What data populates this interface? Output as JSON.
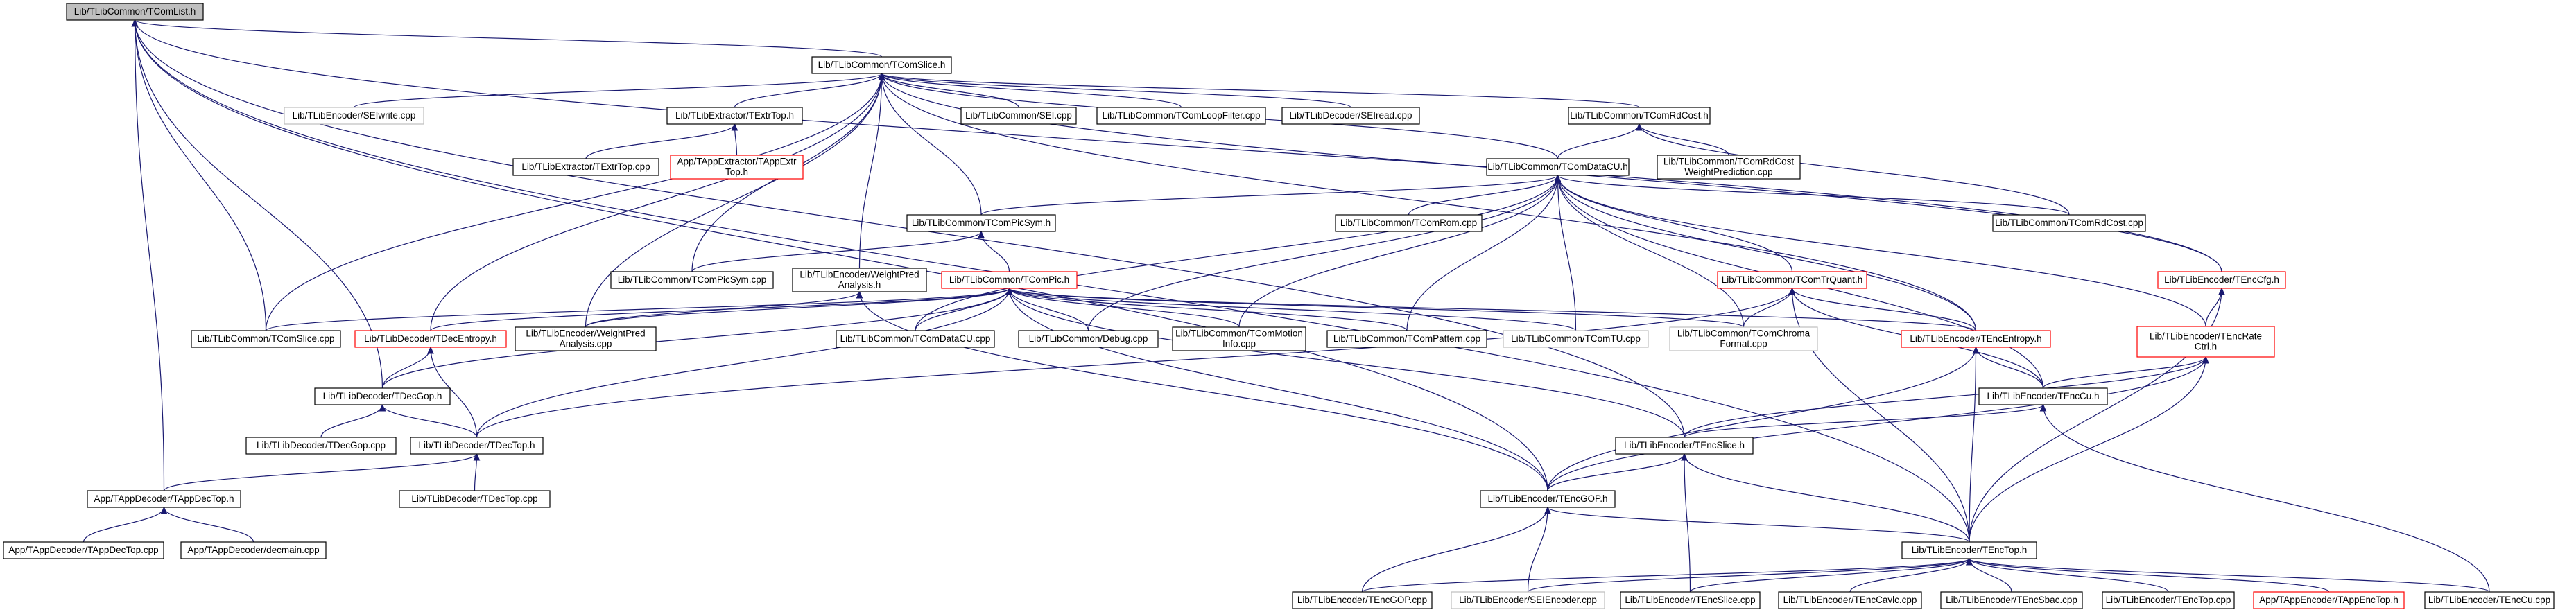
{
  "nodes": [
    {
      "id": "comlist",
      "lines": [
        "Lib/TLibCommon/TComList.h"
      ],
      "style": "highlight"
    },
    {
      "id": "comslice_h",
      "lines": [
        "Lib/TLibCommon/TComSlice.h"
      ],
      "style": "black"
    },
    {
      "id": "seiwrite",
      "lines": [
        "Lib/TLibEncoder/SEIwrite.cpp"
      ],
      "style": "gray"
    },
    {
      "id": "extrtop_h",
      "lines": [
        "Lib/TLibExtractor/TExtrTop.h"
      ],
      "style": "black"
    },
    {
      "id": "sei_cpp",
      "lines": [
        "Lib/TLibCommon/SEI.cpp"
      ],
      "style": "black"
    },
    {
      "id": "loopfilter",
      "lines": [
        "Lib/TLibCommon/TComLoopFilter.cpp"
      ],
      "style": "black"
    },
    {
      "id": "seiread",
      "lines": [
        "Lib/TLibDecoder/SEIread.cpp"
      ],
      "style": "black"
    },
    {
      "id": "rdcost_h",
      "lines": [
        "Lib/TLibCommon/TComRdCost.h"
      ],
      "style": "black"
    },
    {
      "id": "enccfg_h",
      "lines": [
        "Lib/TLibEncoder/TEncCfg.h"
      ],
      "style": "red"
    },
    {
      "id": "extrtop_cpp",
      "lines": [
        "Lib/TLibExtractor/TExtrTop.cpp"
      ],
      "style": "black"
    },
    {
      "id": "appextrtop",
      "lines": [
        "App/TAppExtractor/TAppExtr",
        "Top.h"
      ],
      "style": "red"
    },
    {
      "id": "datacu_h",
      "lines": [
        "Lib/TLibCommon/TComDataCU.h"
      ],
      "style": "black"
    },
    {
      "id": "rdcostwp",
      "lines": [
        "Lib/TLibCommon/TComRdCost",
        "WeightPrediction.cpp"
      ],
      "style": "black"
    },
    {
      "id": "picsym_h",
      "lines": [
        "Lib/TLibCommon/TComPicSym.h"
      ],
      "style": "black"
    },
    {
      "id": "rom_cpp",
      "lines": [
        "Lib/TLibCommon/TComRom.cpp"
      ],
      "style": "black"
    },
    {
      "id": "rdcost_cpp",
      "lines": [
        "Lib/TLibCommon/TComRdCost.cpp"
      ],
      "style": "black"
    },
    {
      "id": "picsym_cpp",
      "lines": [
        "Lib/TLibCommon/TComPicSym.cpp"
      ],
      "style": "black"
    },
    {
      "id": "wpa_h",
      "lines": [
        "Lib/TLibEncoder/WeightPred",
        "Analysis.h"
      ],
      "style": "black"
    },
    {
      "id": "compic_h",
      "lines": [
        "Lib/TLibCommon/TComPic.h"
      ],
      "style": "red"
    },
    {
      "id": "trquant_h",
      "lines": [
        "Lib/TLibCommon/TComTrQuant.h"
      ],
      "style": "red"
    },
    {
      "id": "encratectrl",
      "lines": [
        "Lib/TLibEncoder/TEncRate",
        "Ctrl.h"
      ],
      "style": "red"
    },
    {
      "id": "comslice_cpp",
      "lines": [
        "Lib/TLibCommon/TComSlice.cpp"
      ],
      "style": "black"
    },
    {
      "id": "decentropy_h",
      "lines": [
        "Lib/TLibDecoder/TDecEntropy.h"
      ],
      "style": "red"
    },
    {
      "id": "wpa_cpp",
      "lines": [
        "Lib/TLibEncoder/WeightPred",
        "Analysis.cpp"
      ],
      "style": "black"
    },
    {
      "id": "datacu_cpp",
      "lines": [
        "Lib/TLibCommon/TComDataCU.cpp"
      ],
      "style": "black"
    },
    {
      "id": "debug_cpp",
      "lines": [
        "Lib/TLibCommon/Debug.cpp"
      ],
      "style": "black"
    },
    {
      "id": "motioninfo",
      "lines": [
        "Lib/TLibCommon/TComMotion",
        "Info.cpp"
      ],
      "style": "black"
    },
    {
      "id": "pattern_cpp",
      "lines": [
        "Lib/TLibCommon/TComPattern.cpp"
      ],
      "style": "black"
    },
    {
      "id": "comtu_cpp",
      "lines": [
        "Lib/TLibCommon/TComTU.cpp"
      ],
      "style": "gray"
    },
    {
      "id": "chroma_cpp",
      "lines": [
        "Lib/TLibCommon/TComChroma",
        "Format.cpp"
      ],
      "style": "gray"
    },
    {
      "id": "encentropy_h",
      "lines": [
        "Lib/TLibEncoder/TEncEntropy.h"
      ],
      "style": "red"
    },
    {
      "id": "decgop_h",
      "lines": [
        "Lib/TLibDecoder/TDecGop.h"
      ],
      "style": "black"
    },
    {
      "id": "enccu_h",
      "lines": [
        "Lib/TLibEncoder/TEncCu.h"
      ],
      "style": "black"
    },
    {
      "id": "decgop_cpp",
      "lines": [
        "Lib/TLibDecoder/TDecGop.cpp"
      ],
      "style": "black"
    },
    {
      "id": "dectop_h",
      "lines": [
        "Lib/TLibDecoder/TDecTop.h"
      ],
      "style": "black"
    },
    {
      "id": "encslice_h",
      "lines": [
        "Lib/TLibEncoder/TEncSlice.h"
      ],
      "style": "black"
    },
    {
      "id": "appdectop_h",
      "lines": [
        "App/TAppDecoder/TAppDecTop.h"
      ],
      "style": "black"
    },
    {
      "id": "dectop_cpp",
      "lines": [
        "Lib/TLibDecoder/TDecTop.cpp"
      ],
      "style": "black"
    },
    {
      "id": "encgop_h",
      "lines": [
        "Lib/TLibEncoder/TEncGOP.h"
      ],
      "style": "black"
    },
    {
      "id": "appdectop_cpp",
      "lines": [
        "App/TAppDecoder/TAppDecTop.cpp"
      ],
      "style": "black"
    },
    {
      "id": "decmain",
      "lines": [
        "App/TAppDecoder/decmain.cpp"
      ],
      "style": "black"
    },
    {
      "id": "enctop_h",
      "lines": [
        "Lib/TLibEncoder/TEncTop.h"
      ],
      "style": "black"
    },
    {
      "id": "encgop_cpp",
      "lines": [
        "Lib/TLibEncoder/TEncGOP.cpp"
      ],
      "style": "black"
    },
    {
      "id": "seiencoder",
      "lines": [
        "Lib/TLibEncoder/SEIEncoder.cpp"
      ],
      "style": "gray"
    },
    {
      "id": "encslice_cpp",
      "lines": [
        "Lib/TLibEncoder/TEncSlice.cpp"
      ],
      "style": "black"
    },
    {
      "id": "enccavlc",
      "lines": [
        "Lib/TLibEncoder/TEncCavlc.cpp"
      ],
      "style": "black"
    },
    {
      "id": "encsbac",
      "lines": [
        "Lib/TLibEncoder/TEncSbac.cpp"
      ],
      "style": "black"
    },
    {
      "id": "enctop_cpp",
      "lines": [
        "Lib/TLibEncoder/TEncTop.cpp"
      ],
      "style": "black"
    },
    {
      "id": "appenctop",
      "lines": [
        "App/TAppEncoder/TAppEncTop.h"
      ],
      "style": "red"
    },
    {
      "id": "enccu_cpp",
      "lines": [
        "Lib/TLibEncoder/TEncCu.cpp"
      ],
      "style": "black"
    }
  ],
  "edges": [
    [
      "comslice_h",
      "comlist"
    ],
    [
      "enccfg_h",
      "comlist"
    ],
    [
      "comslice_cpp",
      "comlist"
    ],
    [
      "decgop_h",
      "comlist"
    ],
    [
      "encslice_h",
      "comlist"
    ],
    [
      "encgop_h",
      "comlist"
    ],
    [
      "appdectop_h",
      "comlist"
    ],
    [
      "enctop_h",
      "comlist"
    ],
    [
      "seiwrite",
      "comslice_h"
    ],
    [
      "extrtop_h",
      "comslice_h"
    ],
    [
      "sei_cpp",
      "comslice_h"
    ],
    [
      "loopfilter",
      "comslice_h"
    ],
    [
      "seiread",
      "comslice_h"
    ],
    [
      "rdcost_h",
      "comslice_h"
    ],
    [
      "enccfg_h",
      "comslice_h"
    ],
    [
      "datacu_h",
      "comslice_h"
    ],
    [
      "picsym_h",
      "comslice_h"
    ],
    [
      "picsym_cpp",
      "comslice_h"
    ],
    [
      "wpa_h",
      "comslice_h"
    ],
    [
      "comslice_cpp",
      "comslice_h"
    ],
    [
      "decentropy_h",
      "comslice_h"
    ],
    [
      "wpa_cpp",
      "comslice_h"
    ],
    [
      "encentropy_h",
      "comslice_h"
    ],
    [
      "extrtop_cpp",
      "extrtop_h"
    ],
    [
      "appextrtop",
      "extrtop_h"
    ],
    [
      "datacu_h",
      "rdcost_h"
    ],
    [
      "rdcostwp",
      "rdcost_h"
    ],
    [
      "rdcost_cpp",
      "rdcost_h"
    ],
    [
      "encratectrl",
      "enccfg_h"
    ],
    [
      "enctop_h",
      "enccfg_h"
    ],
    [
      "picsym_h",
      "datacu_h"
    ],
    [
      "rom_cpp",
      "datacu_h"
    ],
    [
      "rdcost_cpp",
      "datacu_h"
    ],
    [
      "trquant_h",
      "datacu_h"
    ],
    [
      "datacu_cpp",
      "datacu_h"
    ],
    [
      "debug_cpp",
      "datacu_h"
    ],
    [
      "motioninfo",
      "datacu_h"
    ],
    [
      "pattern_cpp",
      "datacu_h"
    ],
    [
      "comtu_cpp",
      "datacu_h"
    ],
    [
      "chroma_cpp",
      "datacu_h"
    ],
    [
      "encentropy_h",
      "datacu_h"
    ],
    [
      "enccu_h",
      "datacu_h"
    ],
    [
      "encratectrl",
      "datacu_h"
    ],
    [
      "picsym_cpp",
      "picsym_h"
    ],
    [
      "compic_h",
      "picsym_h"
    ],
    [
      "wpa_cpp",
      "wpa_h"
    ],
    [
      "encgop_h",
      "wpa_h"
    ],
    [
      "comslice_cpp",
      "compic_h"
    ],
    [
      "decentropy_h",
      "compic_h"
    ],
    [
      "wpa_cpp",
      "compic_h"
    ],
    [
      "datacu_cpp",
      "compic_h"
    ],
    [
      "debug_cpp",
      "compic_h"
    ],
    [
      "motioninfo",
      "compic_h"
    ],
    [
      "pattern_cpp",
      "compic_h"
    ],
    [
      "comtu_cpp",
      "compic_h"
    ],
    [
      "chroma_cpp",
      "compic_h"
    ],
    [
      "encentropy_h",
      "compic_h"
    ],
    [
      "decgop_h",
      "compic_h"
    ],
    [
      "dectop_h",
      "compic_h"
    ],
    [
      "encslice_h",
      "compic_h"
    ],
    [
      "encgop_h",
      "compic_h"
    ],
    [
      "chroma_cpp",
      "trquant_h"
    ],
    [
      "encentropy_h",
      "trquant_h"
    ],
    [
      "enccu_h",
      "trquant_h"
    ],
    [
      "enctop_h",
      "trquant_h"
    ],
    [
      "dectop_h",
      "trquant_h"
    ],
    [
      "enccu_h",
      "encratectrl"
    ],
    [
      "encslice_h",
      "encratectrl"
    ],
    [
      "encgop_h",
      "encratectrl"
    ],
    [
      "enctop_h",
      "encratectrl"
    ],
    [
      "decgop_h",
      "decentropy_h"
    ],
    [
      "dectop_h",
      "decentropy_h"
    ],
    [
      "enccu_h",
      "encentropy_h"
    ],
    [
      "encgop_h",
      "encentropy_h"
    ],
    [
      "enctop_h",
      "encentropy_h"
    ],
    [
      "encslice_h",
      "enccu_h"
    ],
    [
      "enccu_cpp",
      "enccu_h"
    ],
    [
      "decgop_cpp",
      "decgop_h"
    ],
    [
      "dectop_h",
      "decgop_h"
    ],
    [
      "appdectop_h",
      "dectop_h"
    ],
    [
      "dectop_cpp",
      "dectop_h"
    ],
    [
      "encgop_h",
      "encslice_h"
    ],
    [
      "enctop_h",
      "encslice_h"
    ],
    [
      "encslice_cpp",
      "encslice_h"
    ],
    [
      "appdectop_cpp",
      "appdectop_h"
    ],
    [
      "decmain",
      "appdectop_h"
    ],
    [
      "enctop_h",
      "encgop_h"
    ],
    [
      "encgop_cpp",
      "encgop_h"
    ],
    [
      "seiencoder",
      "encgop_h"
    ],
    [
      "encgop_cpp",
      "enctop_h"
    ],
    [
      "seiencoder",
      "enctop_h"
    ],
    [
      "encslice_cpp",
      "enctop_h"
    ],
    [
      "enccavlc",
      "enctop_h"
    ],
    [
      "encsbac",
      "enctop_h"
    ],
    [
      "enctop_cpp",
      "enctop_h"
    ],
    [
      "appenctop",
      "enctop_h"
    ],
    [
      "enccu_cpp",
      "enctop_h"
    ]
  ]
}
